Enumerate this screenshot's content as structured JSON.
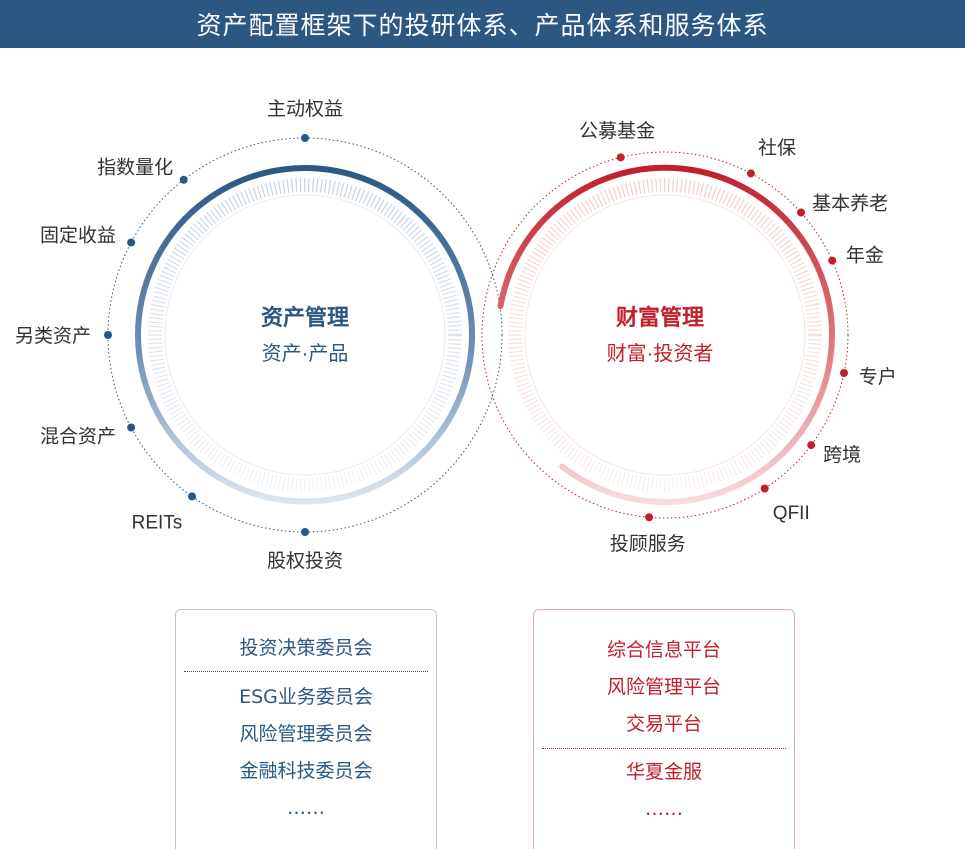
{
  "title": "资产配置框架下的投研体系、产品体系和服务体系",
  "colors": {
    "blue": "#2b5783",
    "red": "#c0202b",
    "header_bg": "#2b5783"
  },
  "left_circle": {
    "title": "资产管理",
    "subtitle": "资产·产品",
    "nodes": [
      "主动权益",
      "指数量化",
      "固定收益",
      "另类资产",
      "混合资产",
      "REITs",
      "股权投资"
    ]
  },
  "right_circle": {
    "title": "财富管理",
    "subtitle": "财富·投资者",
    "nodes": [
      "公募基金",
      "社保",
      "基本养老",
      "年金",
      "专户",
      "跨境",
      "QFII",
      "投顾服务"
    ]
  },
  "left_box": {
    "top_items": [
      "投资决策委员会"
    ],
    "items": [
      "ESG业务委员会",
      "风险管理委员会",
      "金融科技委员会",
      "……"
    ]
  },
  "right_box": {
    "top_items": [
      "综合信息平台",
      "风险管理平台",
      "交易平台"
    ],
    "items": [
      "华夏金服",
      "……"
    ]
  }
}
